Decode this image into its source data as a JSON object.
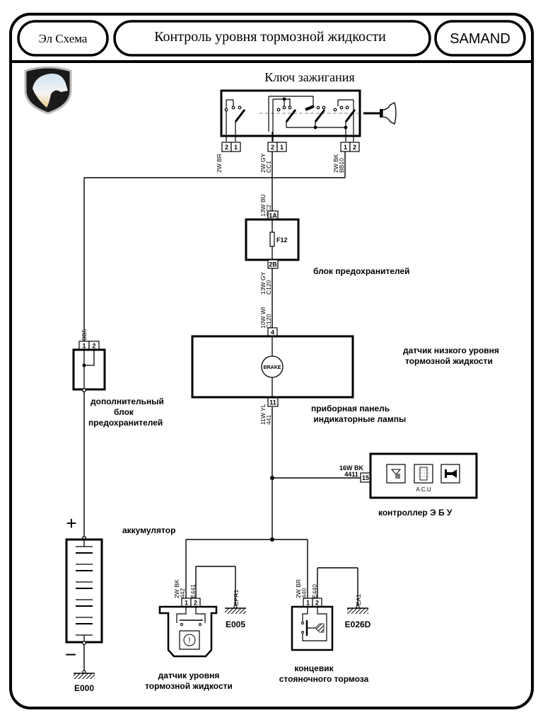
{
  "header": {
    "left_label": "Эл  Схема",
    "title": "Контроль уровня тормозной жидкости",
    "brand": "SAMAND"
  },
  "logo": {
    "name": "samand-horse-logo"
  },
  "ignition_switch": {
    "title": "Ключ зажигания",
    "connectors": [
      {
        "pins": [
          "2",
          "1"
        ],
        "wire": "2W BR",
        "code": ""
      },
      {
        "pins": [
          "2",
          "1"
        ],
        "wire": "2W GY",
        "code": "CC1"
      },
      {
        "pins": [
          "1",
          "2"
        ],
        "wire": "2W BK",
        "code": "BB10"
      }
    ]
  },
  "fuse_box": {
    "label": "блок предохранителей",
    "fuse": "F12",
    "pin_in": "1A",
    "pin_out": "2B",
    "wire_in": "13W BU",
    "code_in": "CC2",
    "wire_out": "13W GY",
    "code_out": "C120"
  },
  "instrument_panel": {
    "label_line1": "приборная панель",
    "label_line2": " индикаторные лампы",
    "sensor_label_line1": "датчик низкого уровня",
    "sensor_label_line2": "тормозной жидкости",
    "lamp": "BRAKE",
    "pin_in": "4",
    "pin_out": "11",
    "wire_in": "10W WI",
    "code_in": "C120",
    "wire_out": "11W YL",
    "code_out": "441"
  },
  "aux_fuse_box": {
    "label_line1": "дополнительный",
    "label_line2": "блок",
    "label_line3": "предохранителей",
    "pins": [
      "1",
      "2"
    ],
    "code": "BB5"
  },
  "ecu": {
    "label": "контроллер Э Б У",
    "acu_label": "A.C.U",
    "pin": "15",
    "wire": "16W BK",
    "code": "4411",
    "icons": [
      "antenna-icon",
      "chip-icon",
      "horn-icon"
    ]
  },
  "battery": {
    "label": "аккумулятор",
    "plus": "+",
    "minus": "−",
    "ground": "E000"
  },
  "fluid_sensor": {
    "label_line1": "датчик уровня",
    "label_line2": "тормозной жидкости",
    "pins": [
      "1",
      "2"
    ],
    "wire1": "2W BK",
    "code1": "442",
    "wire2": "E441",
    "ground_code": "EPR1",
    "ground": "E005"
  },
  "park_brake_switch": {
    "label_line1": "концевик",
    "label_line2": "стояночного тормоза",
    "pins": [
      "1",
      "2"
    ],
    "wire1": "2W BR",
    "code1": "440",
    "wire2": "E440",
    "ground_code": "EA1",
    "ground": "E026D"
  }
}
